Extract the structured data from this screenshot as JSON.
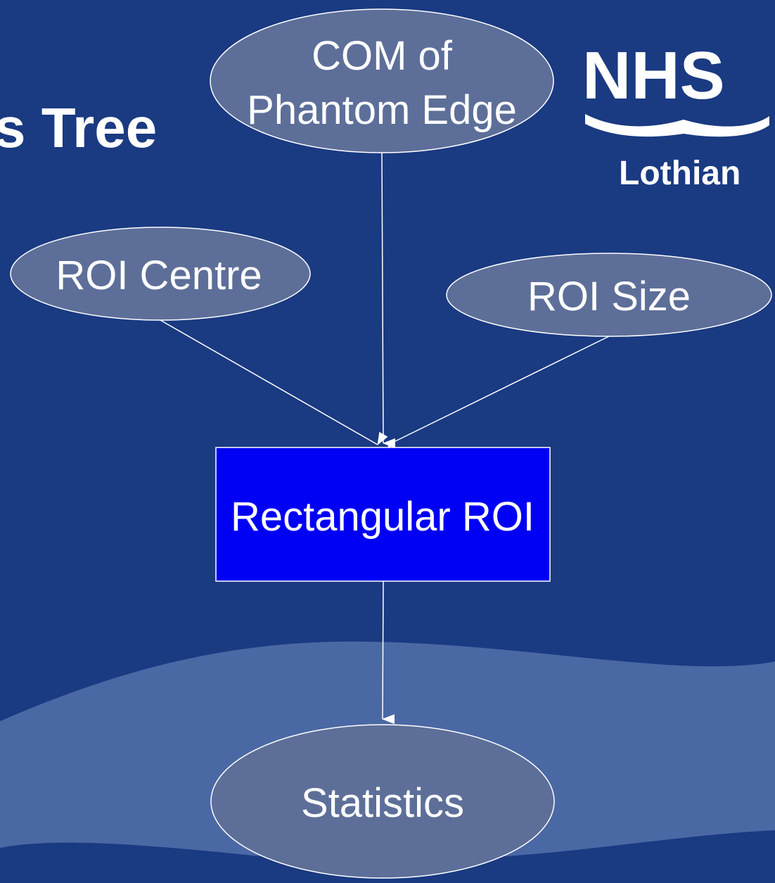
{
  "slide": {
    "title_fragment": "s Tree"
  },
  "logo": {
    "main": "NHS",
    "sub": "Lothian"
  },
  "nodes": {
    "com_line1": "COM of",
    "com_line2": "Phantom Edge",
    "roi_centre": "ROI Centre",
    "roi_size": "ROI Size",
    "rectangular_roi": "Rectangular ROI",
    "statistics": "Statistics"
  },
  "colors": {
    "background": "#1a3a82",
    "wave": "#4a68a4",
    "ellipse_fill": "#5d6f99",
    "rect_fill": "#0000f5",
    "stroke": "#ffffff"
  }
}
